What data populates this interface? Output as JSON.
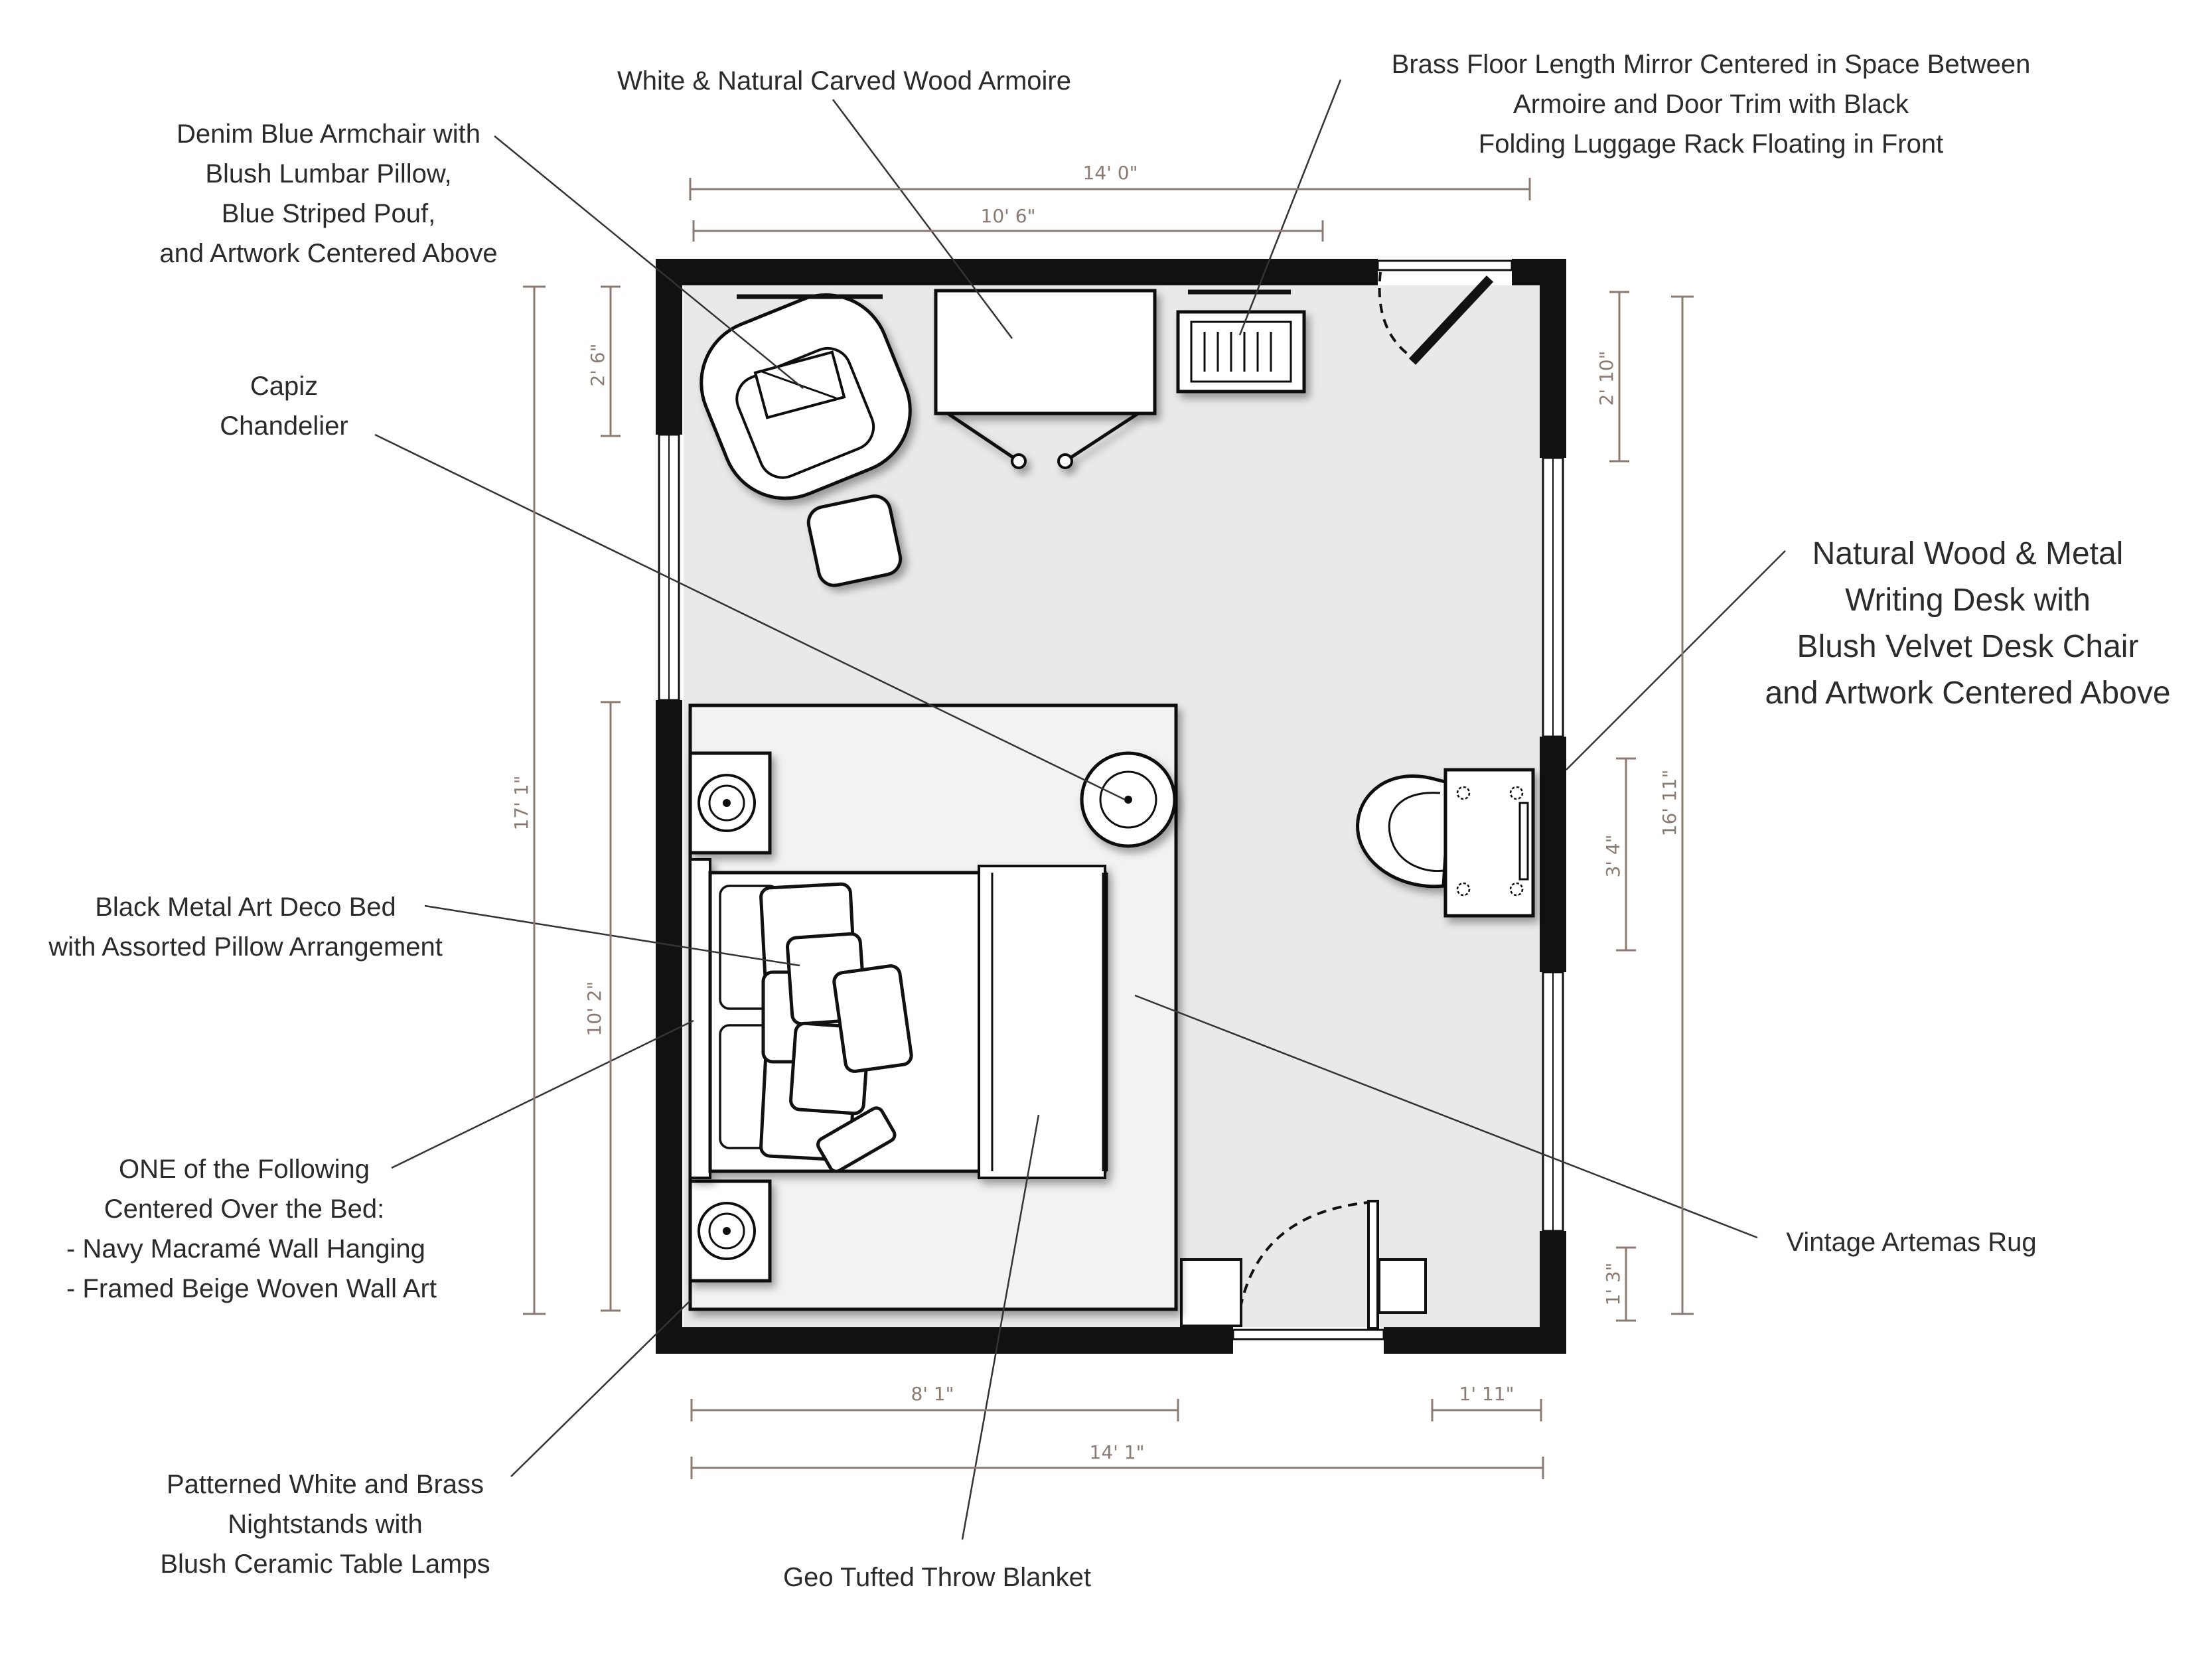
{
  "colors": {
    "wall": "#111111",
    "floor": "#e9e9e9",
    "rug": "#efefef",
    "dimension": "#8a7a72",
    "text": "#2b2b2b"
  },
  "labels": {
    "armoire": "White & Natural Carved Wood Armoire",
    "mirror": [
      "Brass Floor Length Mirror Centered in Space Between",
      "Armoire and Door Trim with Black",
      "Folding Luggage Rack Floating in Front"
    ],
    "armchair": [
      "Denim Blue Armchair with",
      "Blush Lumbar Pillow,",
      "Blue Striped Pouf,",
      "and Artwork Centered Above"
    ],
    "chandelier": [
      "Capiz",
      "Chandelier"
    ],
    "desk": [
      "Natural Wood & Metal",
      "Writing Desk with",
      "Blush Velvet Desk Chair",
      "and Artwork Centered Above"
    ],
    "bed": [
      "Black Metal Art Deco Bed",
      "with Assorted Pillow Arrangement"
    ],
    "wall_art": [
      "ONE of the Following",
      "Centered Over the Bed:",
      "- Navy Macramé Wall Hanging",
      "- Framed Beige Woven Wall Art"
    ],
    "rug": "Vintage Artemas Rug",
    "nightstands": [
      "Patterned White and Brass",
      "Nightstands with",
      "Blush Ceramic Table Lamps"
    ],
    "blanket": "Geo Tufted Throw Blanket"
  },
  "dimensions": {
    "top_overall": "14' 0\"",
    "top_inner": "10' 6\"",
    "left_overall": "17' 1\"",
    "left_upper": "2' 6\"",
    "left_lower": "10' 2\"",
    "right_overall": "16' 11\"",
    "right_upper": "2' 10\"",
    "right_middle": "3' 4\"",
    "right_lower": "1' 3\"",
    "bottom_left": "8' 1\"",
    "bottom_right": "1' 11\"",
    "bottom_overall": "14' 1\""
  }
}
